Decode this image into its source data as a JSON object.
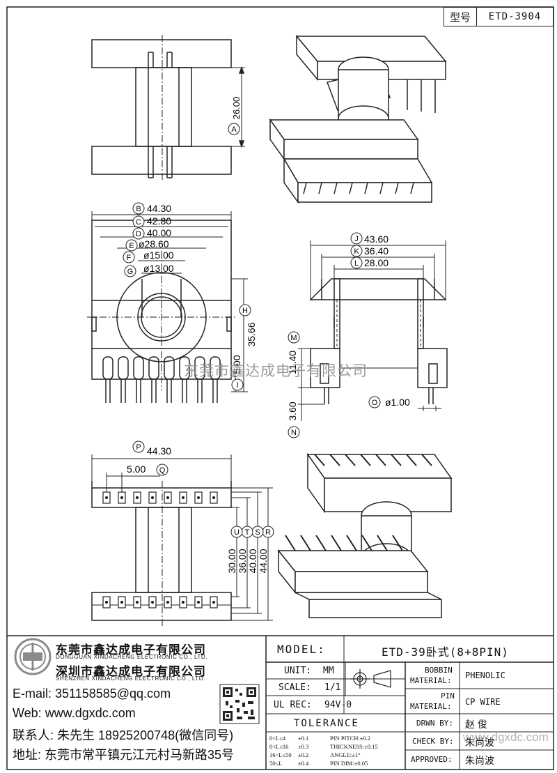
{
  "model_box": {
    "label": "型号",
    "value": "ETD-3904"
  },
  "company": {
    "name1_cn": "东莞市鑫达成电子有限公司",
    "name1_en": "DONGGUAN XINDACHENG ELECTRONIC CO., LTD.",
    "name2_cn": "深圳市鑫达成电子有限公司",
    "name2_en": "SHENZHEN XINDACHENG ELECTRONIC CO., LTD.",
    "email": "E-mail: 351158585@qq.com",
    "web": "Web: www.dgxdc.com",
    "contact": "联系人: 朱先生 18925200748(微信同号)",
    "address": "地址: 东莞市常平镇元江元村马新路35号",
    "watermark": "东莞市鑫达成电子有限公司",
    "watermark2": "www.dgxdc.com"
  },
  "title_block": {
    "model_label": "MODEL:",
    "model_value": "ETD-39卧式(8+8PIN)",
    "unit_label": "UNIT:",
    "unit_value": "MM",
    "scale_label": "SCALE:",
    "scale_value": "1/1",
    "ulrec_label": "UL REC:",
    "ulrec_value": "94V-0",
    "tolerance_label": "TOLERANCE",
    "tolerances": [
      {
        "range": "0<L≤4",
        "tol": "±0.1"
      },
      {
        "range": "0<L≤16",
        "tol": "±0.3"
      },
      {
        "range": "16<L≤50",
        "tol": "±0.2"
      },
      {
        "range": "50≤L",
        "tol": "±0.4"
      }
    ],
    "pin_notes": [
      "PIN PITCH:±0.2",
      "THICKNESS:±0.15",
      "ANGLE:±1°",
      "PIN DIM:±0.05"
    ],
    "bobbin_label": "BOBBIN\nMATERIAL:",
    "bobbin_label_1": "BOBBIN",
    "bobbin_label_2": "MATERIAL:",
    "bobbin_value": "PHENOLIC",
    "pin_label_1": "PIN",
    "pin_label_2": "MATERIAL:",
    "pin_value": "CP WIRE",
    "drwn_label": "DRWN BY:",
    "drwn_value": "赵 俊",
    "check_label": "CHECK BY:",
    "check_value": "朱尚波",
    "approved_label": "APPROVED:",
    "approved_value": "朱尚波"
  },
  "dimensions": {
    "A": {
      "letter": "A",
      "value": "26.00"
    },
    "B": {
      "letter": "B",
      "value": "44.30"
    },
    "C": {
      "letter": "C",
      "value": "42.80"
    },
    "D": {
      "letter": "D",
      "value": "40.00"
    },
    "E": {
      "letter": "E",
      "value": "ø28.60"
    },
    "F": {
      "letter": "F",
      "value": "ø15.00"
    },
    "G": {
      "letter": "G",
      "value": "ø13.00"
    },
    "H": {
      "letter": "H",
      "value": "35.66"
    },
    "I": {
      "letter": "I",
      "value": "5.00"
    },
    "J": {
      "letter": "J",
      "value": "43.60"
    },
    "K": {
      "letter": "K",
      "value": "36.40"
    },
    "L": {
      "letter": "L",
      "value": "28.00"
    },
    "M": {
      "letter": "M",
      "value": "11.40"
    },
    "N": {
      "letter": "N",
      "value": "3.60"
    },
    "O": {
      "letter": "O",
      "value": "ø1.00"
    },
    "P": {
      "letter": "P",
      "value": "44.30"
    },
    "Q": {
      "letter": "Q",
      "value": "5.00"
    },
    "R": {
      "letter": "R",
      "value": "44.00"
    },
    "S": {
      "letter": "S",
      "value": "40.00"
    },
    "T": {
      "letter": "T",
      "value": "36.00"
    },
    "U": {
      "letter": "U",
      "value": "30.00"
    }
  }
}
